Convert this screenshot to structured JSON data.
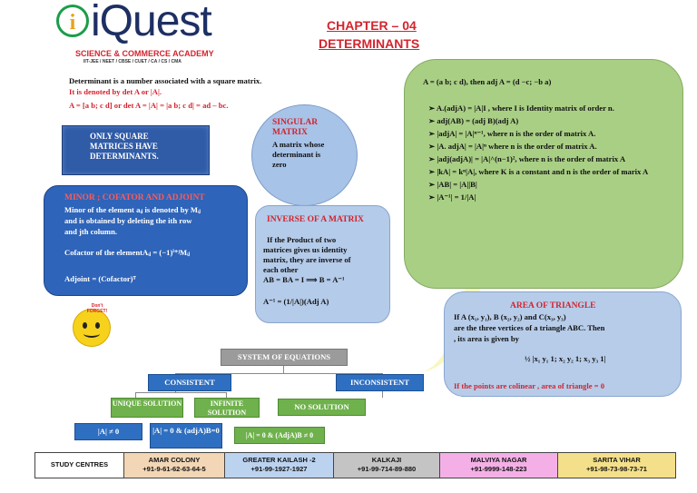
{
  "header": {
    "logo_i": "i",
    "logo_word": "iQuest",
    "subtitle": "SCIENCE & COMMERCE ACADEMY",
    "tagline": "IIT-JEE / NEET / CBSE / CUET / CA / CS / CMA",
    "chapter": "CHAPTER – 04",
    "topic": "DETERMINANTS"
  },
  "intro": {
    "line1": "Determinant is a number associated with a square matrix.",
    "line2": "It is denoted by det A or |A|.",
    "line3": "A = [a b; c d] or det A = |A| = |a b; c d| = ad – bc."
  },
  "scroll": {
    "line1": "ONLY SQUARE",
    "line2": "MATRICES HAVE",
    "line3": "DETERMINANTS."
  },
  "singular": {
    "title1": "SINGULAR",
    "title2": "MATRIX",
    "body1": "A matrix whose",
    "body2": "determinant is",
    "body3": "zero"
  },
  "minor": {
    "title": "MINOR ; COFATOR AND ADJOINT",
    "l1": "Minor of the element aᵢⱼ is denoted by Mᵢⱼ",
    "l2": "and is obtained by deleting the ith row",
    "l3": "and jth column.",
    "l4": "Cofactor of the elementAᵢⱼ = (−1)ⁱ⁺ʲMᵢⱼ",
    "l5": "Adjoint = (Cofactor)ᵀ"
  },
  "inverse": {
    "title": "INVERSE OF A MATRIX",
    "l1": "If the Product of two",
    "l2": "matrices gives us identity",
    "l3": "matrix, they are inverse of",
    "l4": "each other",
    "l5": "AB = BA = I ⟹ B = A⁻¹",
    "l6": "A⁻¹ = (1/|A|)(Adj A)"
  },
  "properties": {
    "adj_def": "A = (a b; c d), then  adj A = (d −c; −b a)",
    "items": [
      "A.(adjA) = |A|I , where I is Identity matrix of order n.",
      "adj(AB) = (adj B)(adj A)",
      "|adjA| = |A|ⁿ⁻¹, where n is the order of matrix A.",
      "|A. adjA| = |A|ⁿ where n is the order of matrix A.",
      "|adj(adjA)| = |A|^(n−1)², where n is the order of matrix A",
      "|kA| = kⁿ|A|, where K is a constant and n is the order of marix A",
      "|AB| = |A||B|",
      "|A⁻¹| = 1/|A|"
    ]
  },
  "area": {
    "title": "AREA OF TRIANGLE",
    "l1": "If A (x₁, y₁), B (x₂, y₂) and C(x₃, y₃)",
    "l2": "are the three vertices of a triangle ABC. Then",
    "l3": ", its area is given by",
    "formula": "½ |x₁ y₁ 1; x₂ y₂ 1; x₃ y₃ 1|",
    "note": "If the points are colinear , area of triangle = 0"
  },
  "system": {
    "title": "SYSTEM OF EQUATIONS",
    "consistent": "CONSISTENT",
    "inconsistent": "INCONSISTENT",
    "unique": "UNIQUE SOLUTION",
    "infinite": "INFINITE SOLUTION",
    "no_solution": "NO SOLUTION",
    "cond_unique": "|A| ≠ 0",
    "cond_infinite": "|A| = 0 & (adjA)B=0",
    "cond_none": "|A| = 0 & (AdjA)B ≠ 0"
  },
  "mascot": {
    "label": "Don't FORGET!"
  },
  "footer": {
    "centres": "STUDY CENTRES",
    "cells": [
      {
        "name": "AMAR COLONY",
        "phone": "+91-9-61-62-63-64-5",
        "color": "#f2d6b5"
      },
      {
        "name": "GREATER KAILASH -2",
        "phone": "+91-99-1927-1927",
        "color": "#bcd3f0"
      },
      {
        "name": "KALKAJI",
        "phone": "+91-99-714-89-880",
        "color": "#c4c4c4"
      },
      {
        "name": "MALVIYA NAGAR",
        "phone": "+91-9999-148-223",
        "color": "#f4b0e6"
      },
      {
        "name": "SARITA VIHAR",
        "phone": "+91-98-73-98-73-71",
        "color": "#f4e08a"
      }
    ]
  },
  "colors": {
    "accent_red": "#d3242e",
    "navy": "#1d2f63",
    "box_blue": "#2e64b9",
    "green_panel": "#a9cf85"
  }
}
